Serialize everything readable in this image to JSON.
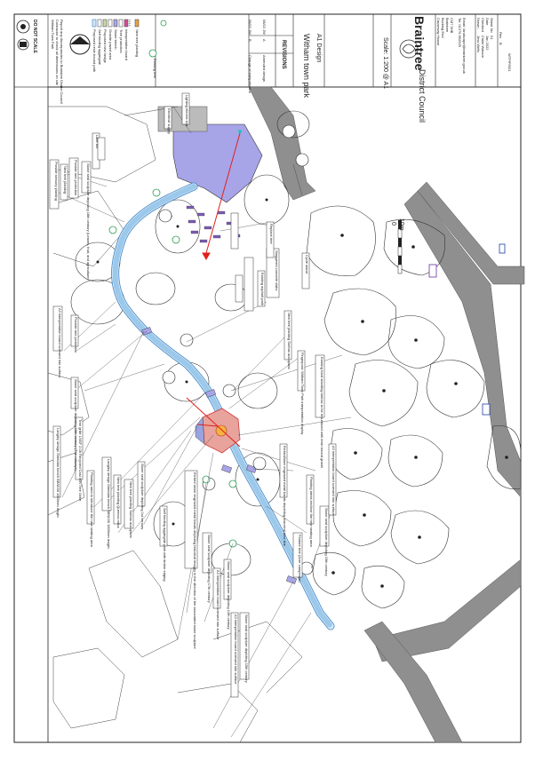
{
  "disclaimer": {
    "do_not_scale": "DO NOT SCALE",
    "notes": [
      "Witham Town Park",
      "Contractor to check all dimensions on site",
      "Report any discrepancies to Braintree District Council"
    ]
  },
  "legend": {
    "items": [
      "Proposed resin bound path",
      "Self binding aggregate",
      "Proposed new hedge",
      "Granite paved area",
      "Stone bench",
      "Tree protection",
      "Interpretation board",
      "New tree planting",
      "Existing tree"
    ]
  },
  "callouts": {
    "sensory_planting": "Provide sensory planting",
    "new_tree_planting_1": "New tree planting",
    "provide_tree_protection_1": "Provide tree protection",
    "a3_board_1": "A3 interpretation board screwed into surface",
    "provide_tree_protection_2": "Provide tree protection",
    "stone_seat_1": "Stone seat sculpture depicting 18th century (Leaves, fruit, and agriculture)",
    "stone_seat_2": "Stone seat sculpture depicting 16th century (The railways)",
    "langley_design_1": "Langley design Sheridan bench BBN036 1800mm length",
    "tree_grille": "Tree grille LNSF 2.08 Recycled Cast Iron Tree Grille",
    "planting_area": "Planting area to introduce the new seating area",
    "langley_design_2": "Langley design Sheridan bench BBN036 1800mm length",
    "etched_stone": "Etched stone engraved metal bands depicting historical images in the direction of the associated stone sculpture",
    "new_tree_quercus": "New tree planting Quercus robur",
    "new_tree_planting_2": "New tree planting Sorbus aucuparia",
    "stone_seat_3": "Stone seat sculpture depicting 1st century",
    "self_binding": "Self binding aggregate path with timber edging",
    "stone_seat_4": "Stone seat sculpture depicting 17th century",
    "a3_board_2": "A3 interpretation board screwed into surface",
    "stone_seat_5": "Stone seat sculpture depicting 12th century",
    "a3_board_3": "A3 interpretation board screwed into surface",
    "stone_seat_6": "Stone seat sculpture depicting 15th century",
    "etched_engraved": "Etched/laser engraved metal bands depicting historical time line",
    "feature_tree": "Feature tree (Acer campestre)",
    "planting_areas": "Planting areas enclose the new seating area",
    "stone_seat_7": "Stone seat sculpture depicting 19th century",
    "a3_board_4": "A3 interpretation board screwed into surface",
    "existing_hardstanding": "Existing hard standing tarmac to be resurfaced with resin bound gravel",
    "fingerpost": "Fingerpost: Witham Town Park interpretation display",
    "new_tree_planting_3": "New tree planting Sorbus aucuparia",
    "staggered": "Staggered concrete slabs",
    "replace_tree": "Replace tree",
    "existing_path": "Existing asphalt path",
    "bin": "Litter bin",
    "electrical": "Electrical supply",
    "lighting": "Lighting electric box",
    "cycle_stand": "Cycle stand"
  },
  "scale_bar": {
    "zero": "0",
    "max": "10m"
  },
  "revisions": {
    "header": "REVISIONS",
    "rows": [
      {
        "rev": "B",
        "desc": "Change of interpretation",
        "by": "JW",
        "date": "08/22"
      },
      {
        "rev": "A",
        "desc": "Amended design",
        "by": "JW",
        "date": "08/22"
      }
    ]
  },
  "title_block": {
    "project": "Witham town park",
    "drawing": "A1 Design",
    "scale": "Scale: 1:200 @ A1",
    "org_name": "Braintree",
    "org_sub": "District Council",
    "address": [
      "Causeway House",
      "Bocking End",
      "Braintree",
      "CM7 9HB"
    ],
    "contact": [
      "Tel: 01376 552525",
      "Email: landscape@braintree.gov.uk"
    ],
    "drawn_label": "Drawn",
    "drawn_by": "Jess Wells",
    "checked_label": "Checked",
    "checked_by": "Claire Watson",
    "date_label": "Date",
    "date": "Jan 2022",
    "sheet_label": "Sheet No",
    "sheet": "01",
    "rev_label": "Rev",
    "rev": "B",
    "file_ref": "WTP/P/001"
  },
  "colors": {
    "path": "#cfe6f7",
    "path_edge": "#3f83c4",
    "paved": "#a8a4e8",
    "road": "#8f8f8f",
    "tree_outline": "#333333",
    "red": "#e0201b"
  }
}
